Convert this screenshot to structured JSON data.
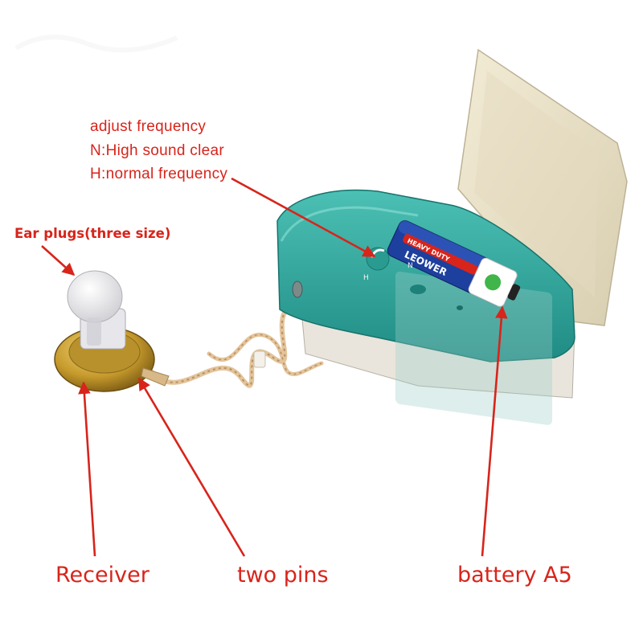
{
  "annotations": {
    "frequency_lines": [
      "adjust frequency",
      "N:High sound clear",
      "H:normal frequency"
    ],
    "ear_plugs": "Ear plugs(three size)",
    "receiver": "Receiver",
    "two_pins": "two pins",
    "battery": "battery A5"
  },
  "device": {
    "switch_marks": [
      "H",
      "N"
    ],
    "battery_brand": "LEOWER",
    "battery_type": "HEAVY DUTY"
  },
  "colors": {
    "annotation_red": "#d8241b",
    "case_teal": "#35a79e",
    "lid_beige": "#ece4cc",
    "battery_blue": "#1d3f9e",
    "receiver_gold": "#c69a2c",
    "cord_beige": "#e3c49a"
  }
}
